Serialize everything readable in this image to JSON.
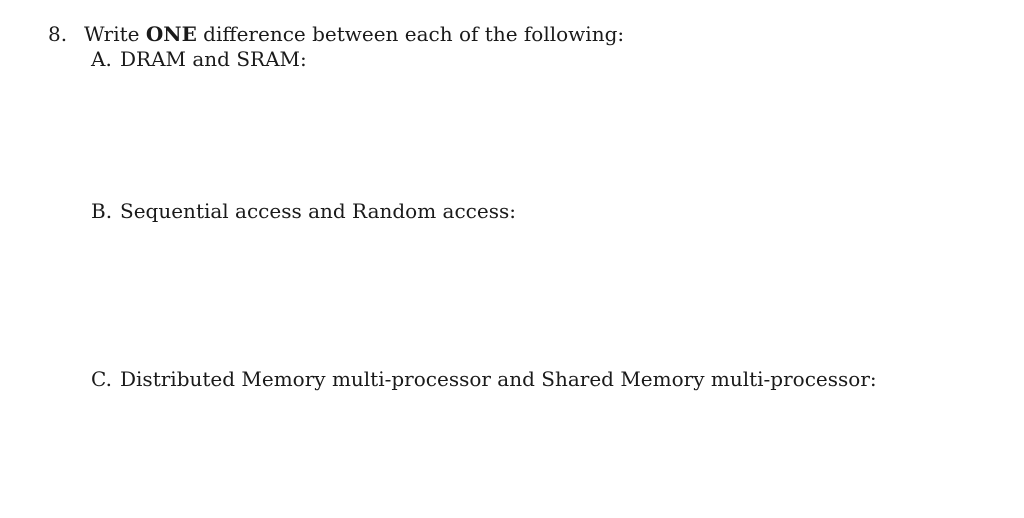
{
  "question": {
    "number": "8.",
    "text_before": "Write",
    "emphasis": "ONE",
    "text_after": "difference between each of the following:"
  },
  "items": [
    {
      "letter": "A.",
      "text": "DRAM and SRAM:"
    },
    {
      "letter": "B.",
      "text": "Sequential access and Random access:"
    },
    {
      "letter": "C.",
      "text": "Distributed Memory multi-processor and Shared Memory multi-processor:"
    }
  ]
}
